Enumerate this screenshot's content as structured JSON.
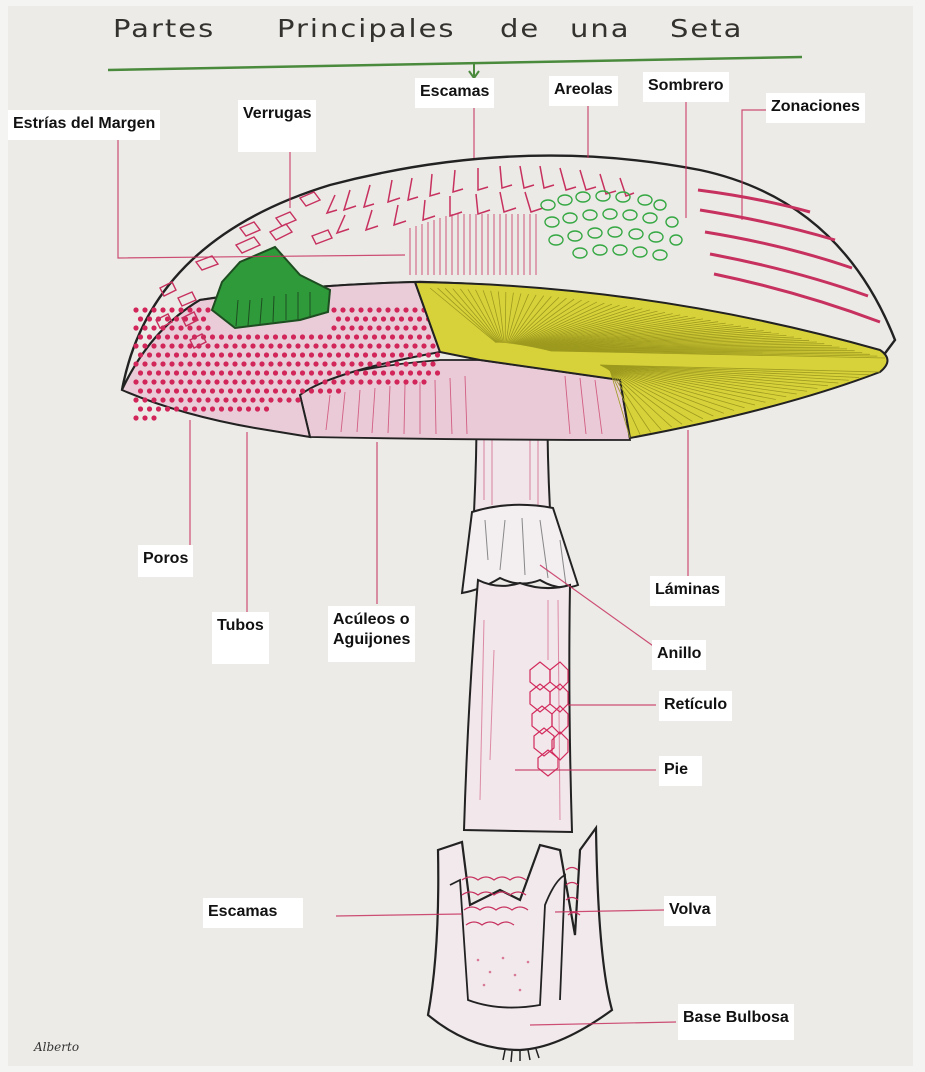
{
  "title": {
    "words": [
      "Partes",
      "Principales",
      "de",
      "una",
      "Seta"
    ]
  },
  "labels": {
    "escamas_top": "Escamas",
    "areolas": "Areolas",
    "sombrero": "Sombrero",
    "zonaciones": "Zonaciones",
    "estrias": "Estrías del Margen",
    "verrugas": "Verrugas",
    "poros": "Poros",
    "tubos": "Tubos",
    "aculeos": "Acúleos o\nAguijones",
    "laminas": "Láminas",
    "anillo": "Anillo",
    "reticulo": "Retículo",
    "pie": "Pie",
    "escamas_bottom": "Escamas",
    "volva": "Volva",
    "base_bulbosa": "Base Bulbosa"
  },
  "signature": "Alberto",
  "colors": {
    "outline": "#222222",
    "pink": "#c7315f",
    "pink_light": "#e7c6d2",
    "yellow": "#d6d136",
    "green": "#2f9a3a",
    "title_line": "#4a8a3c"
  }
}
